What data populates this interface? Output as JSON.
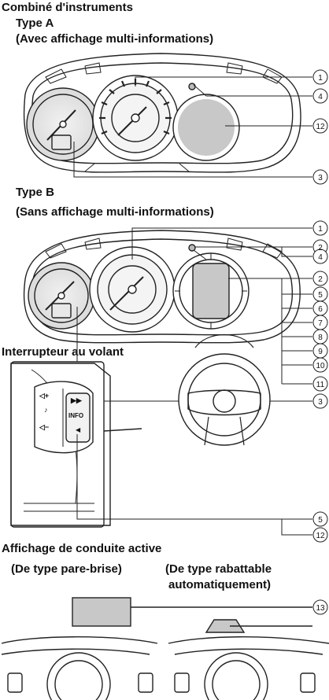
{
  "titles": {
    "combine": "Combiné d'instruments",
    "type_a": "Type A",
    "type_a_sub": "(Avec affichage multi-informations)",
    "type_b": "Type B",
    "type_b_sub": "(Sans affichage multi-informations)",
    "interrupteur": "Interrupteur au volant",
    "affichage": "Affichage de conduite active",
    "pare_brise": "(De type pare-brise)",
    "rabattable_1": "(De type rabattable",
    "rabattable_2": "automatiquement)"
  },
  "switch_labels": {
    "vol_up": "◁+",
    "voice": "♪",
    "vol_down": "◁−",
    "skip": "▶▶",
    "info": "INFO",
    "back": "◀"
  },
  "callouts": {
    "a1": "1",
    "a4": "4",
    "a12": "12",
    "a3": "3",
    "b1": "1",
    "b2": "2",
    "b4": "4",
    "b2r": "2",
    "b5": "5",
    "b6": "6",
    "b7": "7",
    "b8": "8",
    "b9": "9",
    "b10": "10",
    "b11": "11",
    "b3": "3",
    "s5": "5",
    "s12": "12",
    "h13": "13"
  }
}
